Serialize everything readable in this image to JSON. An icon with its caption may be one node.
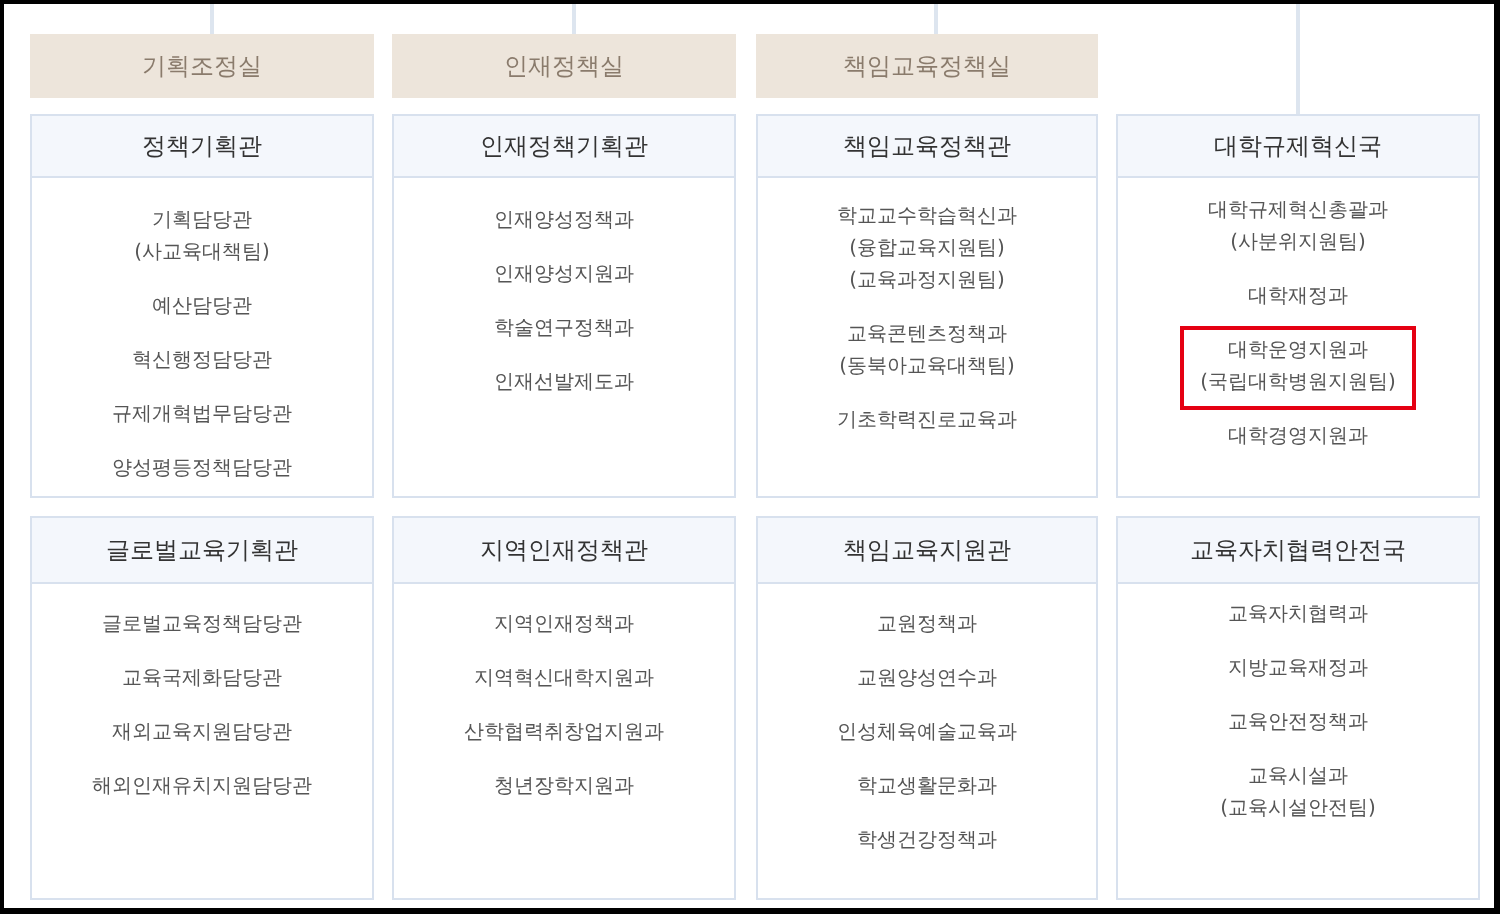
{
  "diagram": {
    "nodes": [
      {
        "text": [
          "기획조정실"
        ]
      },
      {
        "text": [
          "인재정책실"
        ]
      },
      {
        "text": [
          "책임교육정책실"
        ]
      },
      {
        "text": [
          "정책기획관",
          "기획담당관 (사교육대책팀)",
          "예산담당관",
          "혁신행정담당관",
          "규제개혁법무담당관",
          "양성평등정책담당관"
        ]
      },
      {
        "text": [
          "인재정책기획관",
          "인재양성정책과",
          "인재양성지원과",
          "학술연구정책과",
          "인재선발제도과"
        ]
      },
      {
        "text": [
          "책임교육정책관",
          "학교교수학습혁신과 (융합교육지원팀) (교육과정지원팀)",
          "교육콘텐츠정책과 (동북아교육대책팀)",
          "기초학력진로교육과"
        ]
      },
      {
        "text": [
          "대학규제혁신국",
          "대학규제혁신총괄과 (사분위지원팀)",
          "대학재정과",
          "대학경영지원과"
        ]
      },
      {
        "text": [
          "대학운영지원과 (국립대학병원지원팀)"
        ],
        "in": 6
      },
      {
        "text": [
          "글로벌교육기획관",
          "글로벌교육정책담당관",
          "교육국제화담당관",
          "재외교육지원담당관",
          "해외인재유치지원담당관"
        ]
      },
      {
        "text": [
          "지역인재정책관",
          "지역인재정책과",
          "지역혁신대학지원과",
          "산학협력취창업지원과",
          "청년장학지원과"
        ]
      },
      {
        "text": [
          "책임교육지원관",
          "교원정책과",
          "교원양성연수과",
          "인성체육예술교육과",
          "학교생활문화과",
          "학생건강정책과"
        ]
      },
      {
        "text": [
          "교육자치협력안전국",
          "교육자치협력과",
          "지방교육재정과",
          "교육안전정책과",
          "교육시설과 (교육시설안전팀)"
        ]
      }
    ],
    "edges": [
      {
        "from": null,
        "to": 0,
        "arrow": "none"
      },
      {
        "from": null,
        "to": 1,
        "arrow": "none"
      },
      {
        "from": null,
        "to": 2,
        "arrow": "none"
      },
      {
        "from": null,
        "to": 6,
        "arrow": "none"
      }
    ]
  }
}
